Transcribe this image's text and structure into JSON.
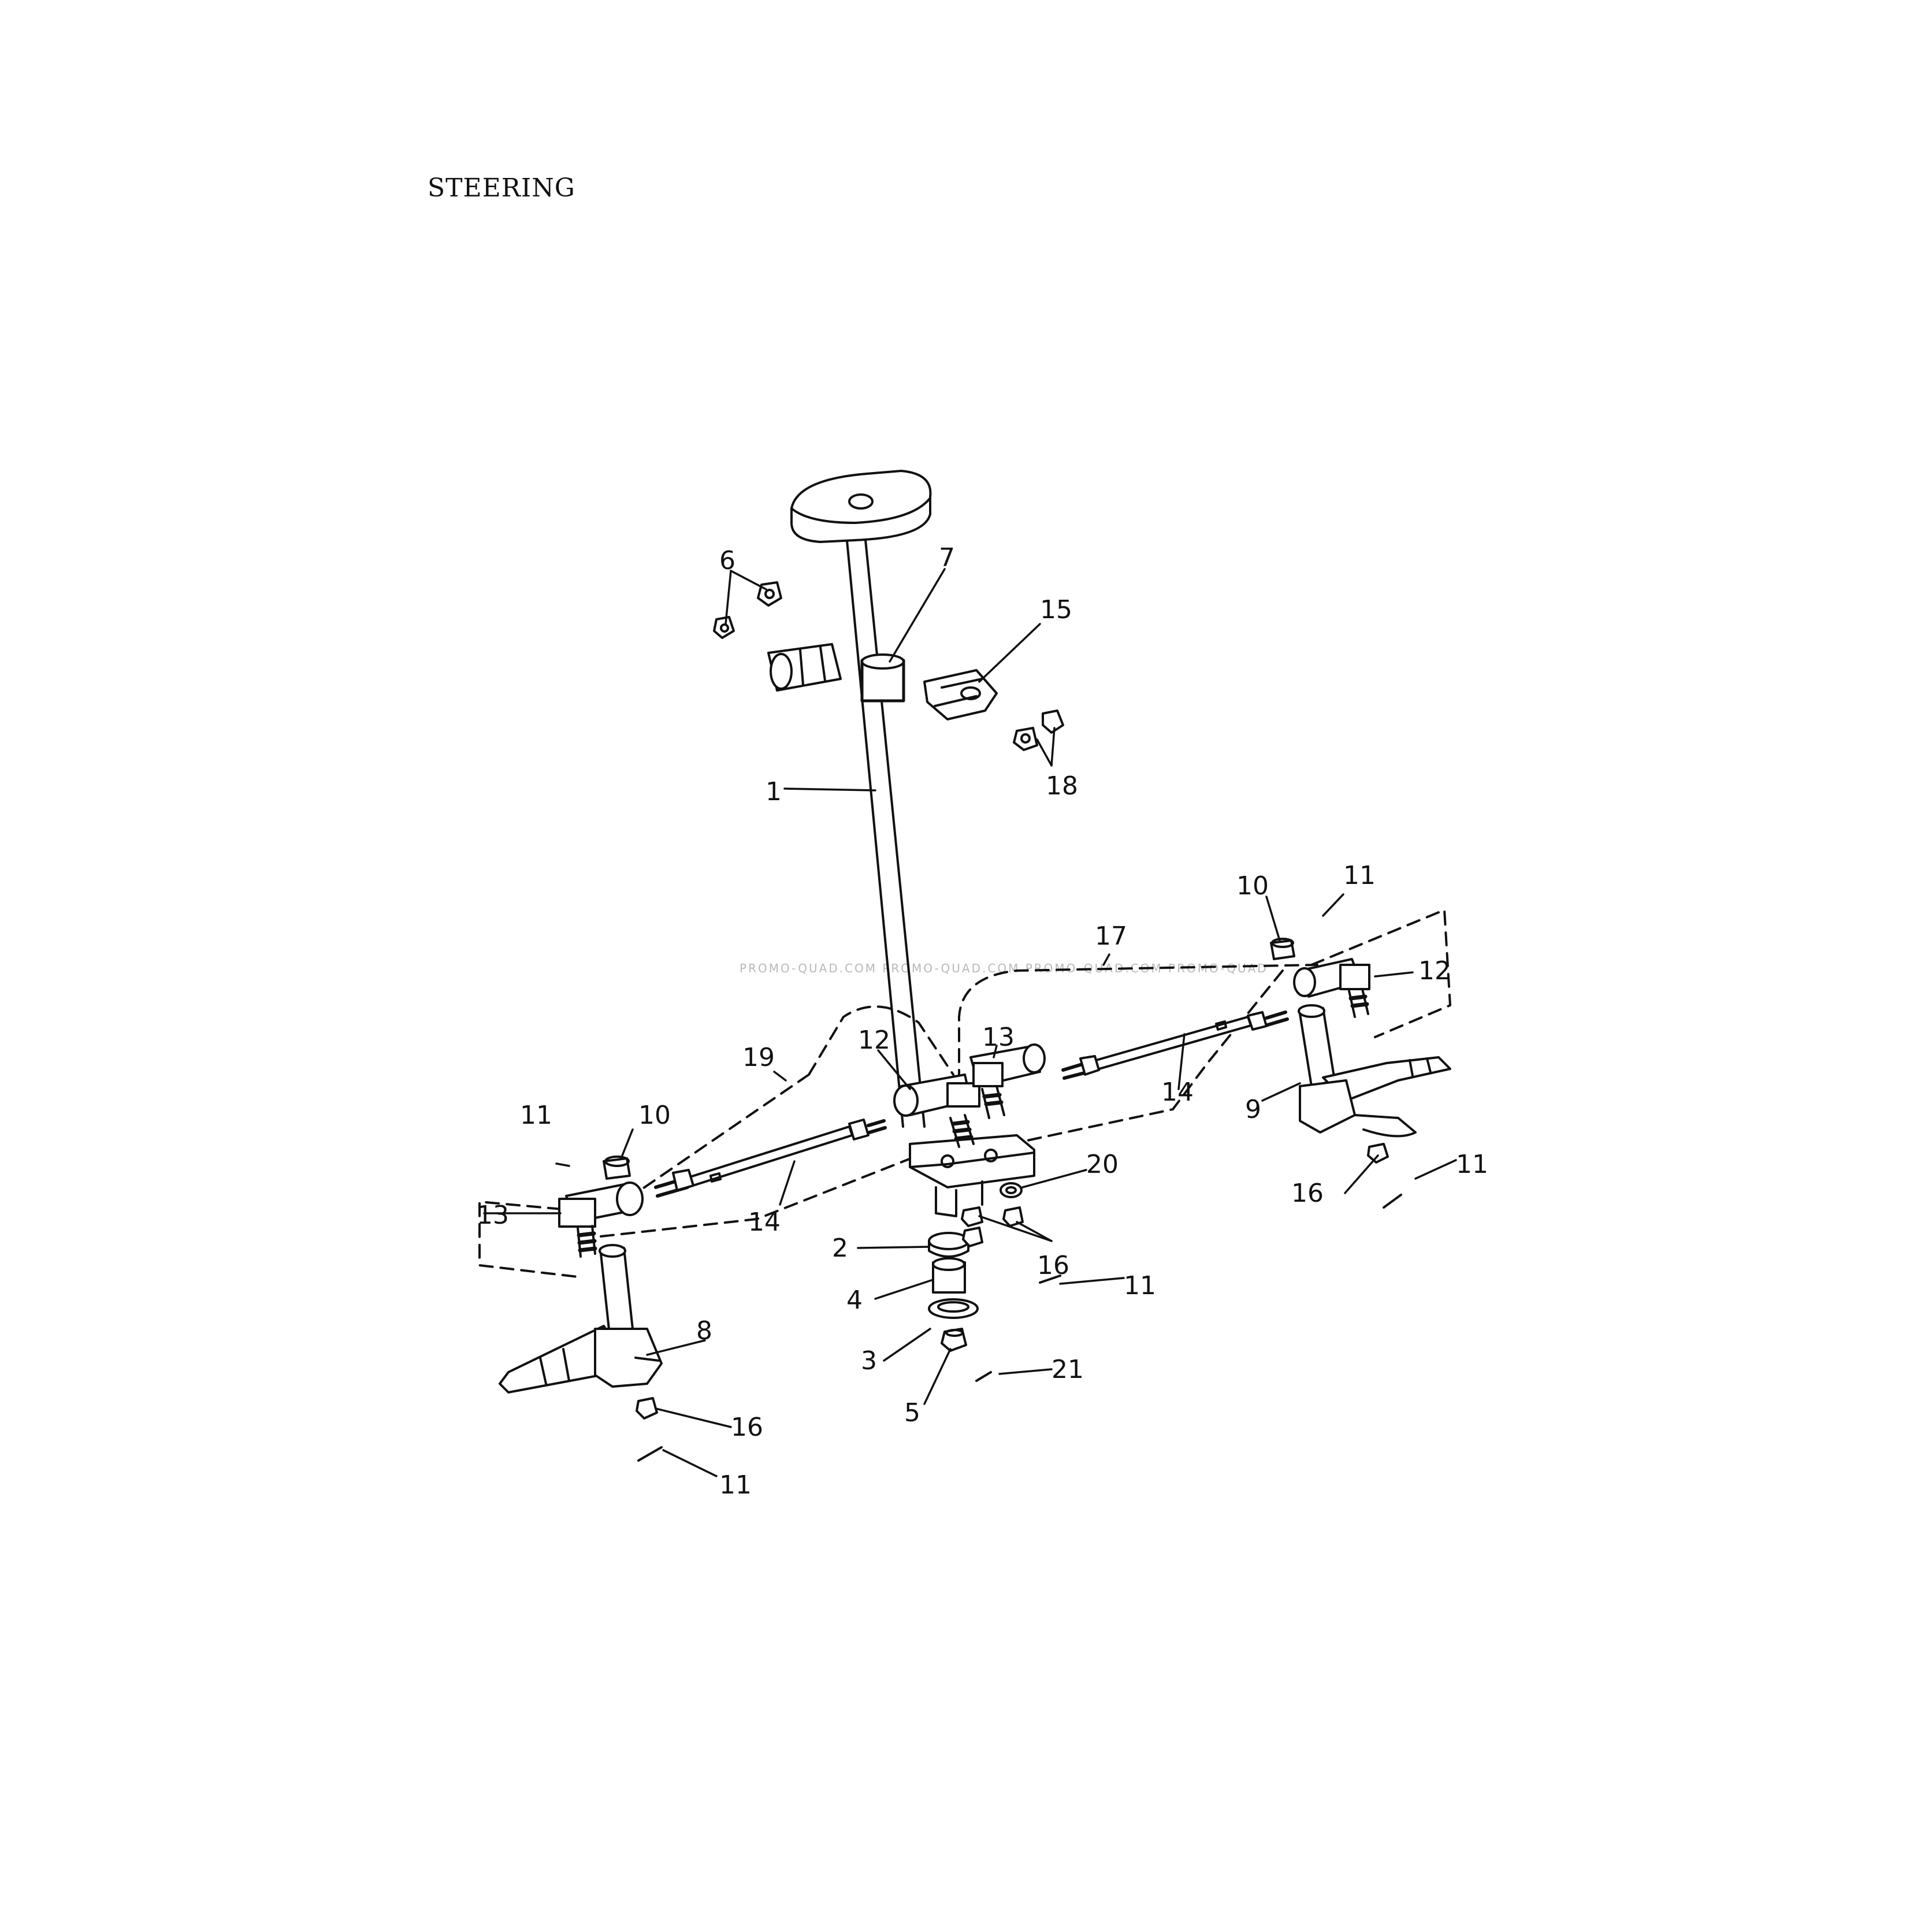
{
  "title": "STEERING",
  "watermark": "PROMO-QUAD.COM   PROMO-QUAD.COM   PROMO-QUAD.COM   PROMO-QUAD",
  "callouts": {
    "c1": "1",
    "c2": "2",
    "c3": "3",
    "c4": "4",
    "c5": "5",
    "c6": "6",
    "c7": "7",
    "c8": "8",
    "c9": "9",
    "c10a": "10",
    "c10b": "10",
    "c11a": "11",
    "c11b": "11",
    "c11c": "11",
    "c11d": "11",
    "c11e": "11",
    "c12a": "12",
    "c12b": "12",
    "c13a": "13",
    "c13b": "13",
    "c14a": "14",
    "c14b": "14",
    "c15": "15",
    "c16a": "16",
    "c16b": "16",
    "c16c": "16",
    "c17": "17",
    "c18": "18",
    "c19": "19",
    "c20": "20",
    "c21": "21"
  },
  "colors": {
    "line": "#111111",
    "fill": "#ffffff",
    "shade": "#e6e6e6",
    "watermark": "#b8b8b8"
  }
}
